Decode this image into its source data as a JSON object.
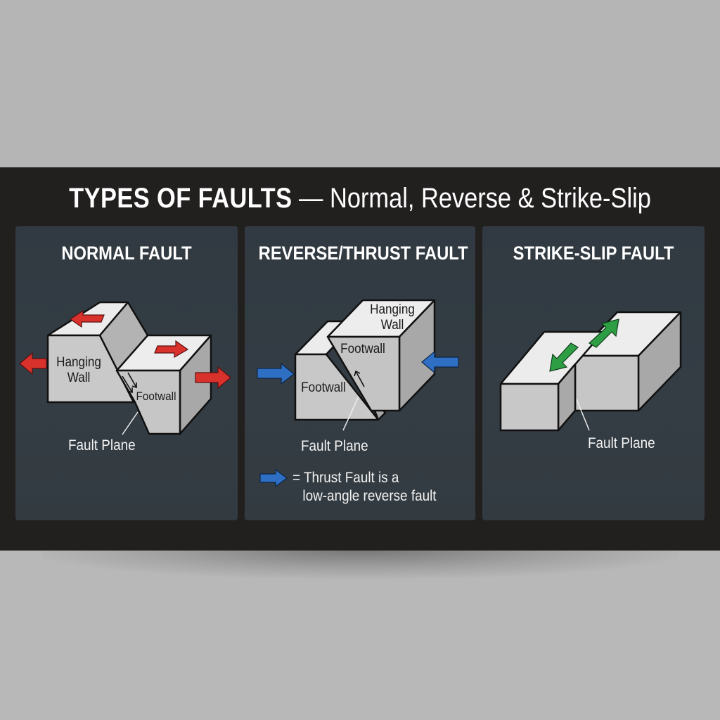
{
  "title": {
    "bold": "TYPES OF FAULTS",
    "separator": " — ",
    "light": "Normal, Reverse & Strike-Slip"
  },
  "colors": {
    "background": "#b8b8b8",
    "band": "#221f1f",
    "panel": "#333b42",
    "block_top": "#ececec",
    "block_front": "#c8c8c8",
    "block_side": "#a9a9a9",
    "tension_arrow": "#d9312b",
    "compression_arrow": "#2e6fc4",
    "shear_arrow": "#2e9e45"
  },
  "panels": [
    {
      "id": "normal",
      "title": "NORMAL FAULT",
      "labels": {
        "hanging_wall_1": "Hanging",
        "hanging_wall_2": "Wall",
        "footwall": "Footwall",
        "fault_plane": "Fault Plane"
      },
      "arrows": "red-tension-outward"
    },
    {
      "id": "reverse",
      "title": "REVERSE/THRUST FAULT",
      "labels": {
        "hanging_wall_1": "Hanging",
        "hanging_wall_2": "Wall",
        "footwall_upper": "Footwall",
        "footwall_lower": "Footwall",
        "fault_plane": "Fault Plane"
      },
      "arrows": "blue-compression-inward",
      "legend": {
        "line1": "= Thrust Fault is a",
        "line2": "low-angle reverse fault"
      }
    },
    {
      "id": "strike_slip",
      "title": "STRIKE-SLIP FAULT",
      "labels": {
        "fault_plane": "Fault Plane"
      },
      "arrows": "green-lateral-shear"
    }
  ]
}
